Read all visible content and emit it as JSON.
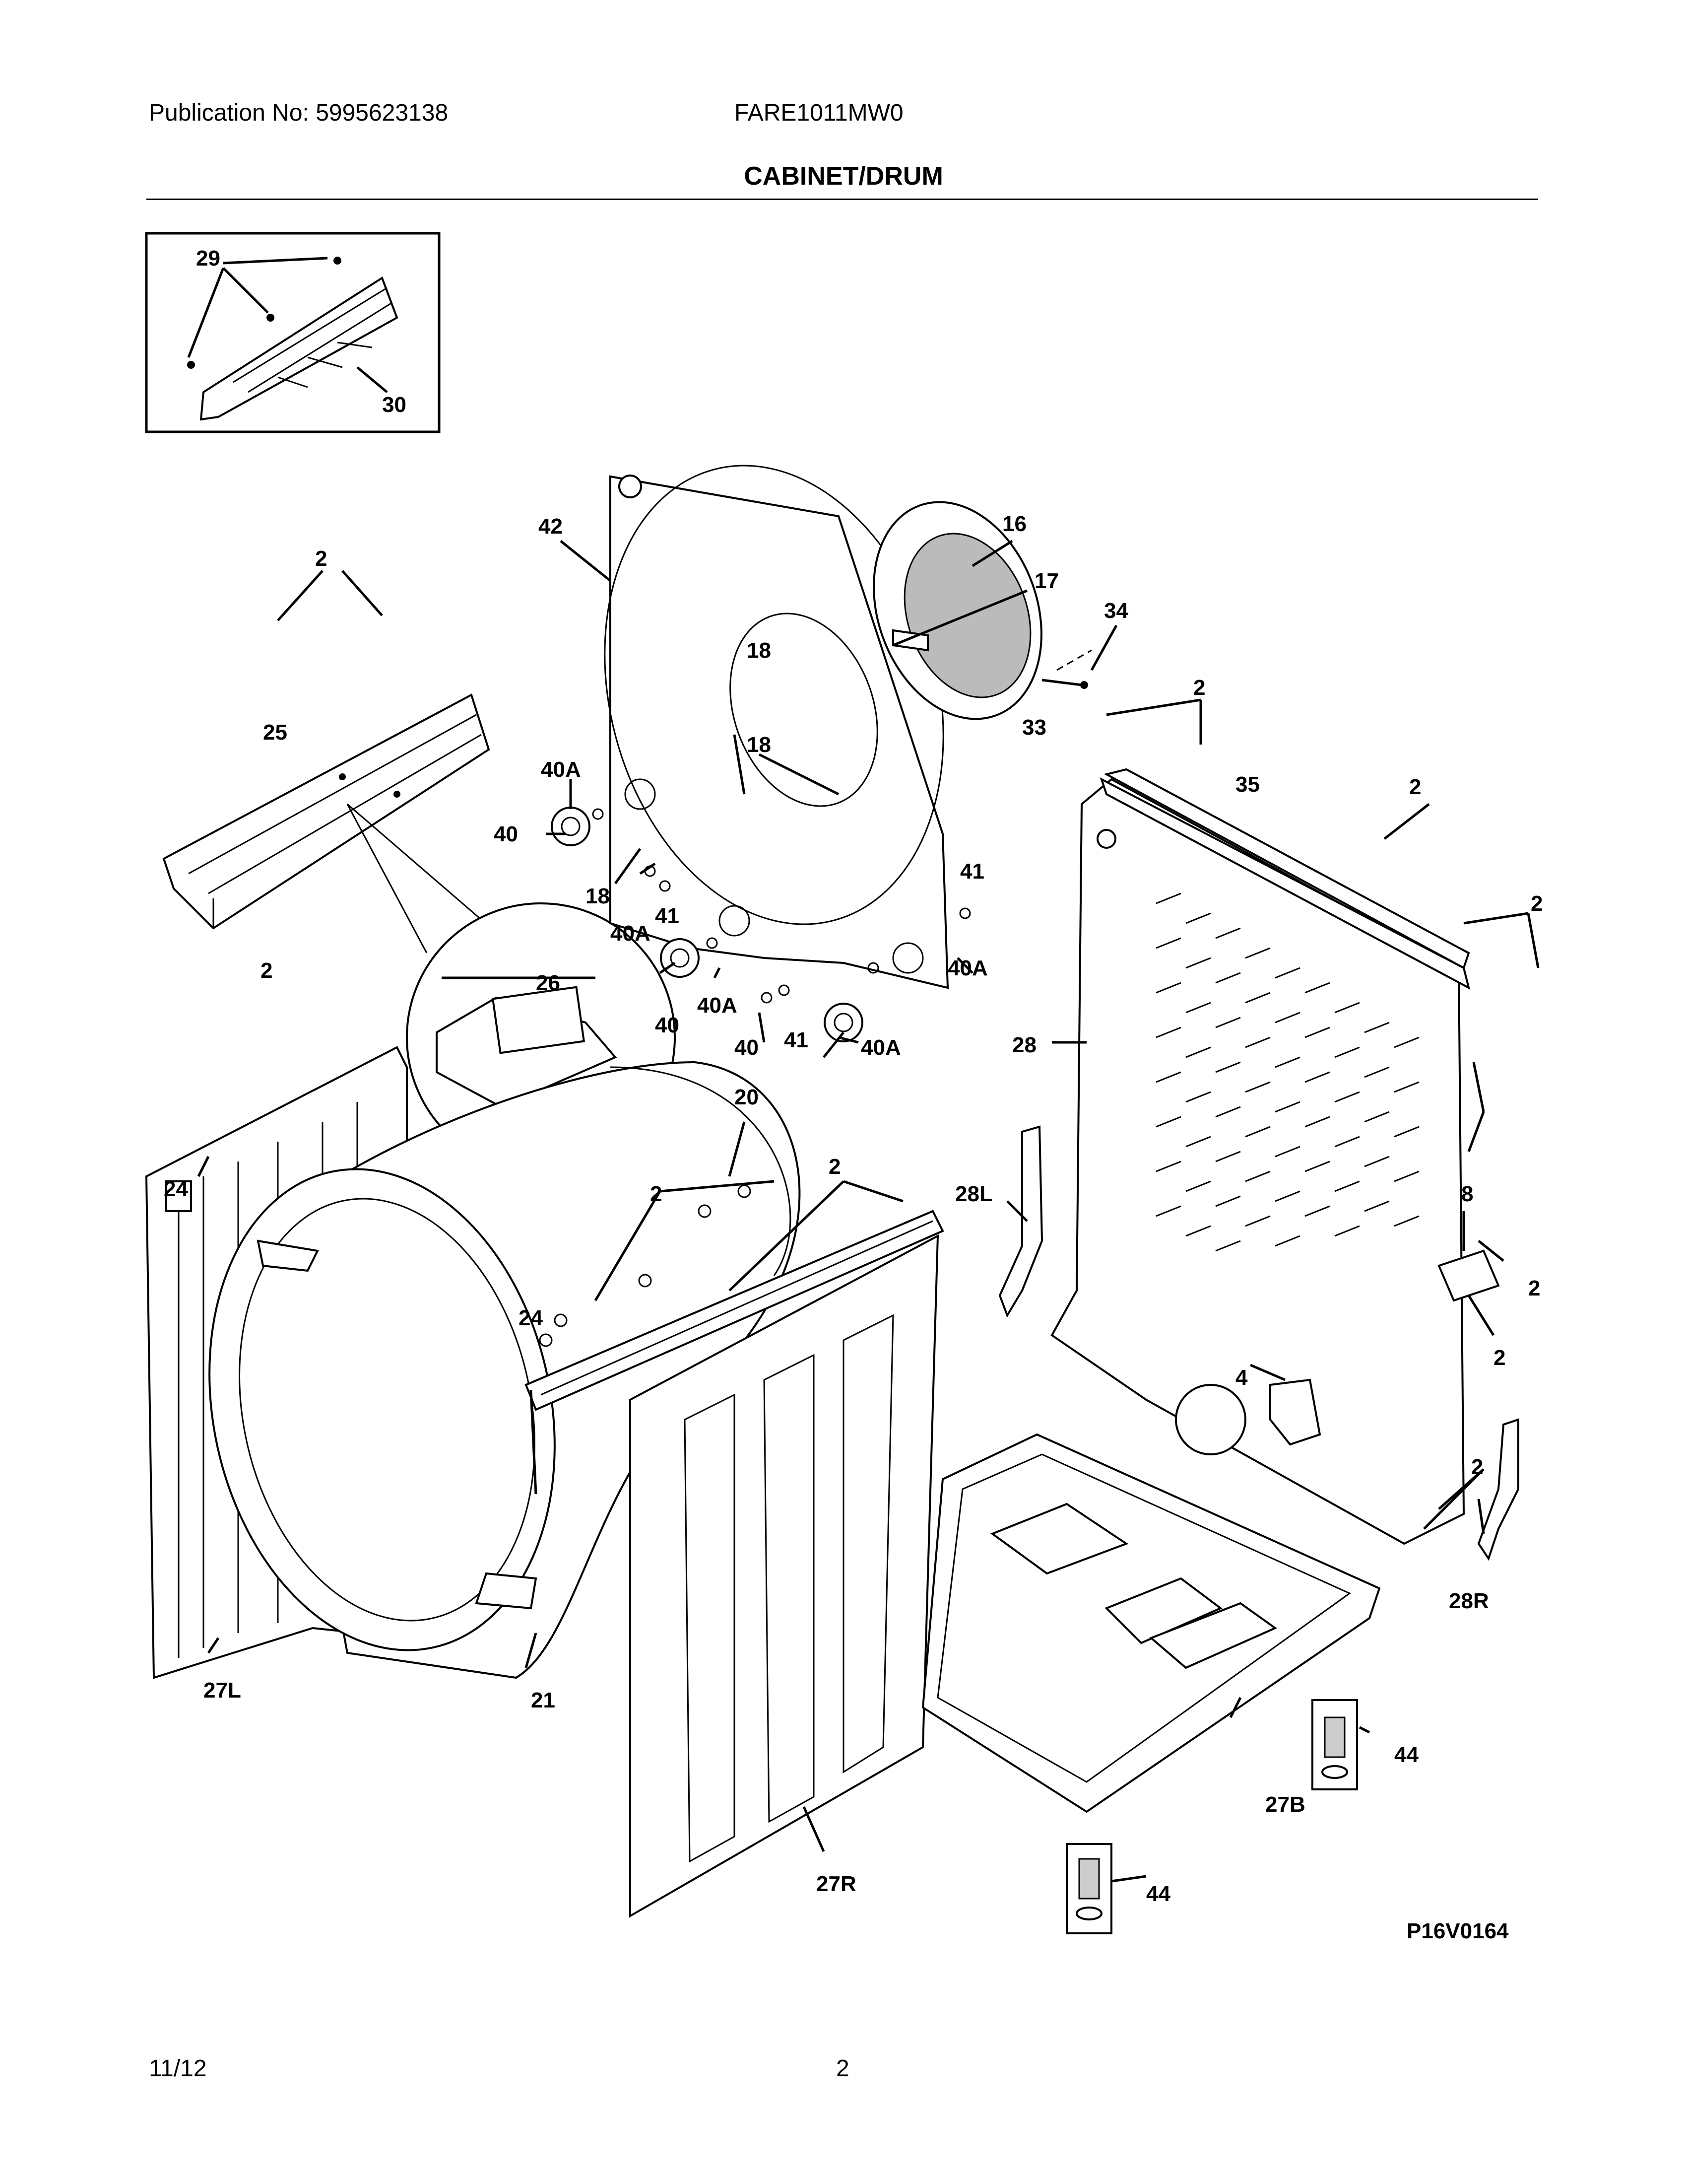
{
  "header": {
    "publication": "Publication No: 5995623138",
    "model": "FARE1011MW0",
    "title": "CABINET/DRUM"
  },
  "footer": {
    "date": "11/12",
    "page_number": "2"
  },
  "diagram_code": "P16V0164",
  "callouts": [
    "29",
    "30",
    "42",
    "16",
    "17",
    "34",
    "2",
    "18",
    "18",
    "33",
    "2",
    "25",
    "40A",
    "40",
    "35",
    "2",
    "18",
    "41",
    "2",
    "40A",
    "41",
    "2",
    "40A",
    "26",
    "40",
    "40A",
    "41",
    "40A",
    "40",
    "28",
    "24",
    "20",
    "2",
    "2",
    "28L",
    "8",
    "2",
    "24",
    "2",
    "4",
    "2",
    "28R",
    "27L",
    "21",
    "44",
    "27B",
    "27R",
    "44"
  ]
}
